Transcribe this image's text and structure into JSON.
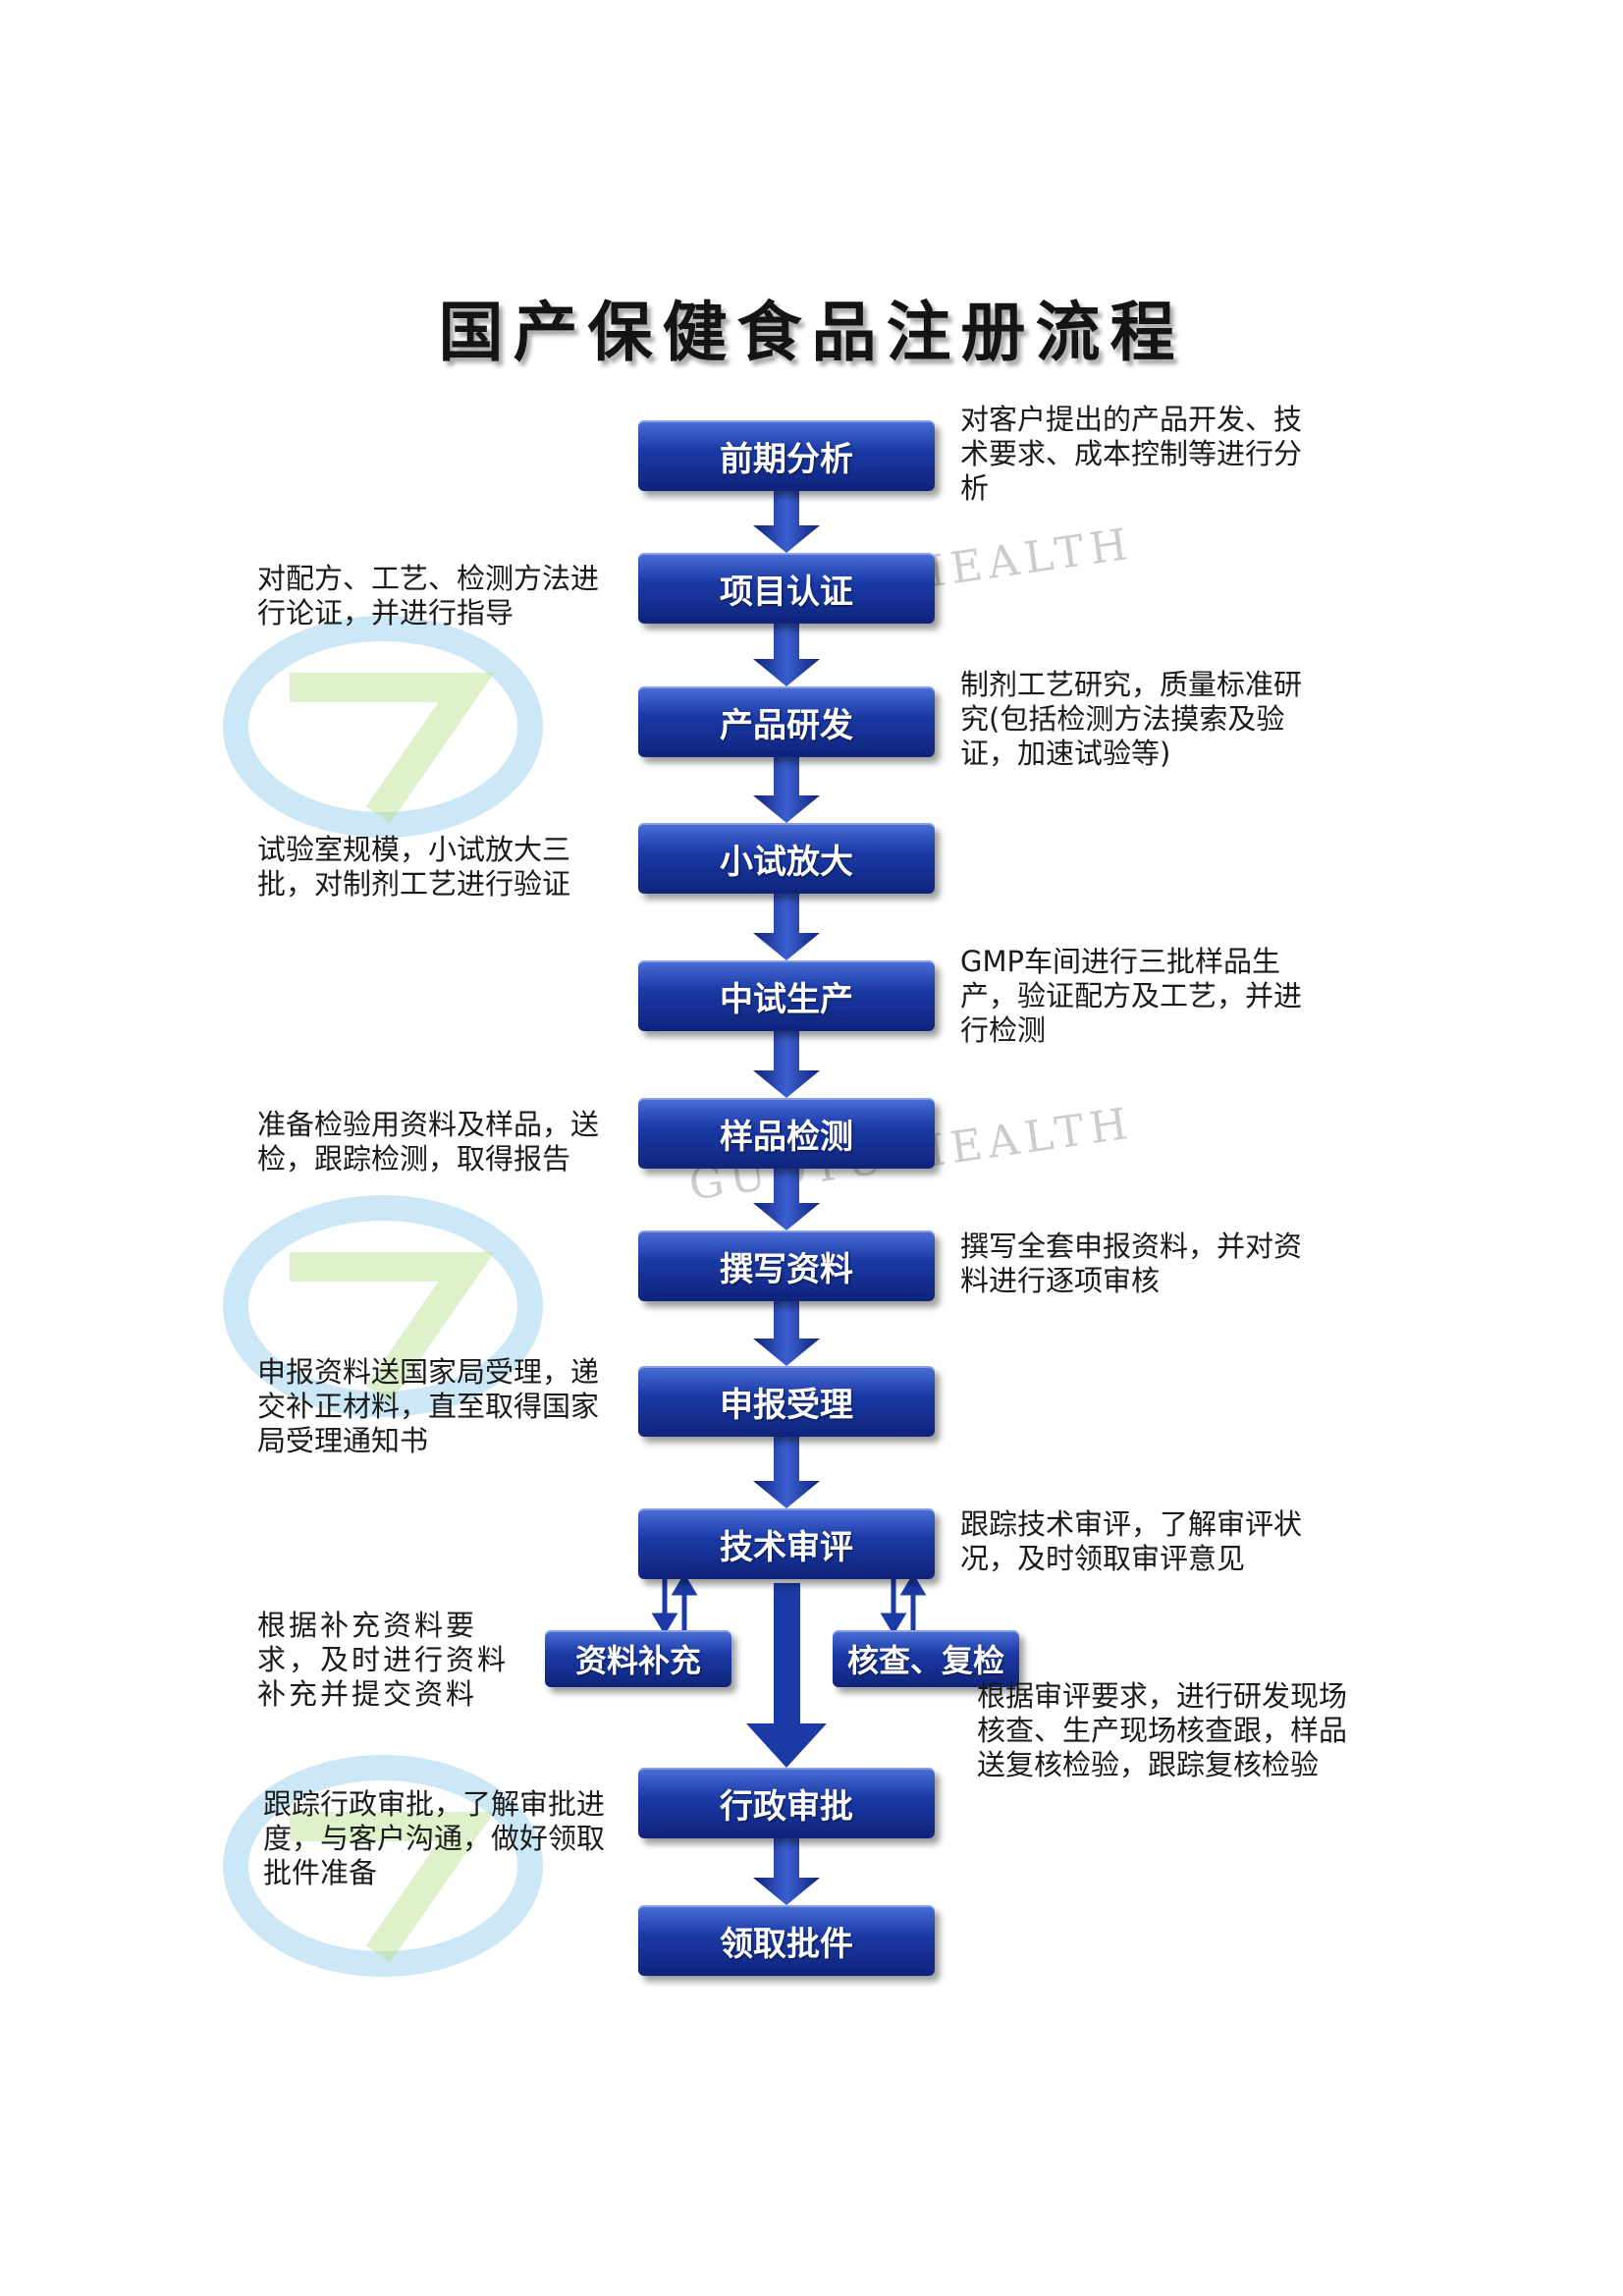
{
  "title": "国产保健食品注册流程",
  "watermark_text": "GUOYU HEALTH",
  "colors": {
    "box_top": "#4c6fd8",
    "box_bottom": "#0f237a",
    "arrow": "#1b3aa6",
    "text": "#1a1a1a"
  },
  "steps": [
    {
      "id": "s1",
      "label": "前期分析"
    },
    {
      "id": "s2",
      "label": "项目认证"
    },
    {
      "id": "s3",
      "label": "产品研发"
    },
    {
      "id": "s4",
      "label": "小试放大"
    },
    {
      "id": "s5",
      "label": "中试生产"
    },
    {
      "id": "s6",
      "label": "样品检测"
    },
    {
      "id": "s7",
      "label": "撰写资料"
    },
    {
      "id": "s8",
      "label": "申报受理"
    },
    {
      "id": "s9",
      "label": "技术审评"
    },
    {
      "id": "s9a",
      "label": "资料补充"
    },
    {
      "id": "s9b",
      "label": "核查、复检"
    },
    {
      "id": "s10",
      "label": "行政审批"
    },
    {
      "id": "s11",
      "label": "领取批件"
    }
  ],
  "notes": [
    {
      "id": "n1",
      "lines": [
        "对客户提出的产品开发、技",
        "术要求、成本控制等进行分",
        "析"
      ]
    },
    {
      "id": "n2",
      "lines": [
        "对配方、工艺、检测方法进",
        "行论证，并进行指导"
      ]
    },
    {
      "id": "n3",
      "lines": [
        "制剂工艺研究，质量标准研",
        "究(包括检测方法摸索及验",
        "证，加速试验等)"
      ]
    },
    {
      "id": "n4",
      "lines": [
        "试验室规模，小试放大三",
        "批，对制剂工艺进行验证"
      ]
    },
    {
      "id": "n5",
      "lines": [
        "GMP车间进行三批样品生",
        "产，验证配方及工艺，并进",
        "行检测"
      ]
    },
    {
      "id": "n6",
      "lines": [
        "准备检验用资料及样品，送",
        "检，跟踪检测，取得报告"
      ]
    },
    {
      "id": "n7",
      "lines": [
        "撰写全套申报资料，并对资",
        "料进行逐项审核"
      ]
    },
    {
      "id": "n8",
      "lines": [
        "申报资料送国家局受理，递",
        "交补正材料，直至取得国家",
        "局受理通知书"
      ]
    },
    {
      "id": "n9",
      "lines": [
        "跟踪技术审评，了解审评状",
        "况，及时领取审评意见"
      ]
    },
    {
      "id": "n10",
      "lines": [
        "根据补充资料要",
        "求，及时进行资料",
        "补充并提交资料"
      ]
    },
    {
      "id": "n11",
      "lines": [
        "根据审评要求，进行研发现场",
        "核查、生产现场核查跟，样品",
        "送复核检验，跟踪复核检验"
      ]
    },
    {
      "id": "n12",
      "lines": [
        "跟踪行政审批，了解审批进",
        "度，与客户沟通，做好领取",
        "批件准备"
      ]
    }
  ]
}
